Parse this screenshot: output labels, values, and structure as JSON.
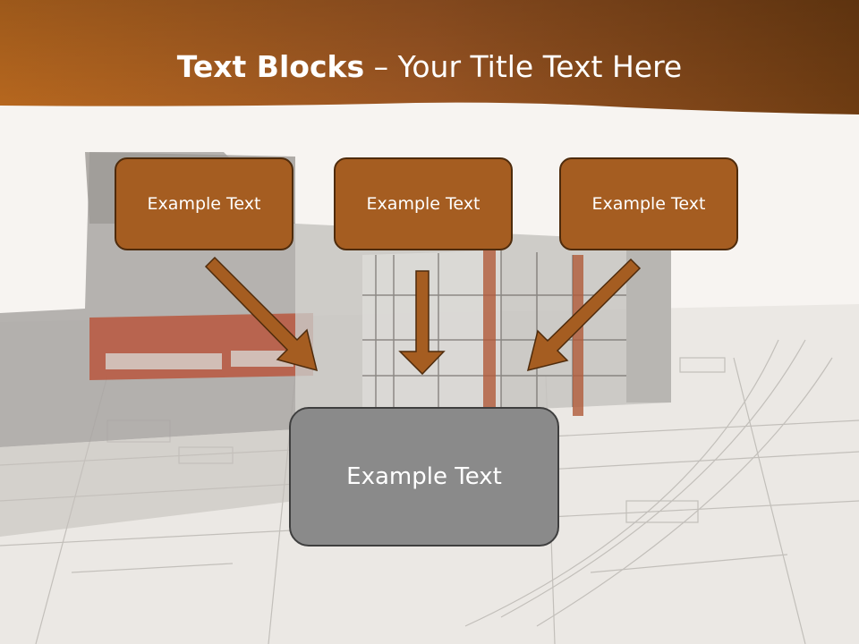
{
  "slide": {
    "title_bold": "Text Blocks",
    "title_dash": " – ",
    "title_rest": "Your Title Text Here"
  },
  "diagram": {
    "top_blocks": [
      {
        "label": "Example Text"
      },
      {
        "label": "Example Text"
      },
      {
        "label": "Example Text"
      }
    ],
    "main_block": {
      "label": "Example Text"
    }
  },
  "colors": {
    "header_brown": "#8c4a1c",
    "block_fill": "#a55d21",
    "block_border": "#4e2b0c",
    "main_fill": "#8a8a8a",
    "arrow_fill": "#a55d21"
  }
}
